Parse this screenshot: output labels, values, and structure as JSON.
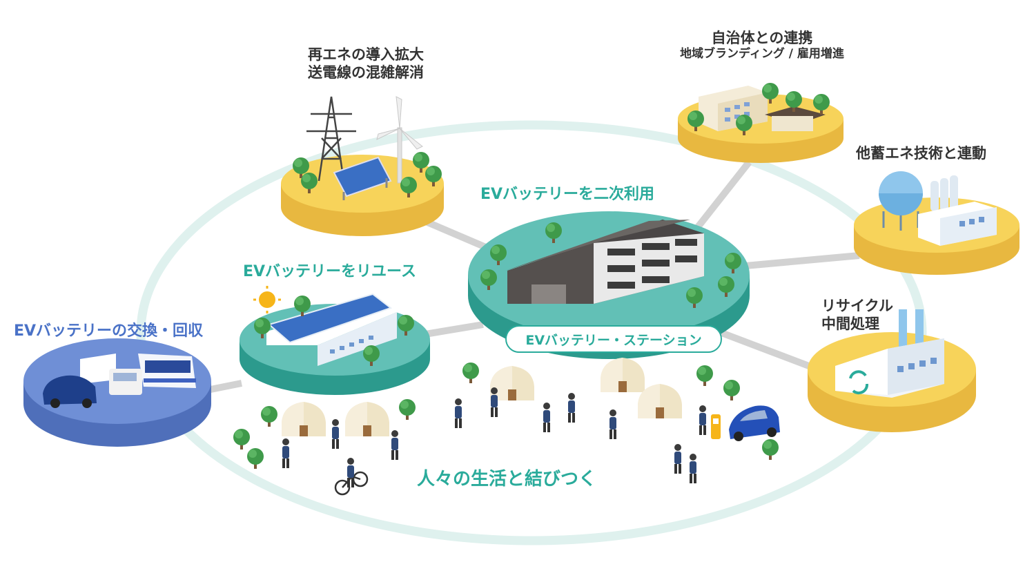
{
  "center": {
    "title": "EVバッテリーを二次利用",
    "station": "EVバッテリー・ステーション"
  },
  "nodes": {
    "renewable": {
      "lines": [
        "再エネの導入拡大",
        "送電線の混雑解消"
      ]
    },
    "municipal": {
      "title": "自治体との連携",
      "subtitle": "地域ブランディング / 雇用増進"
    },
    "storage": {
      "title": "他蓄エネ技術と連動"
    },
    "recycle": {
      "lines": [
        "リサイクル",
        "中間処理"
      ]
    },
    "reuse": {
      "title": "EVバッテリーをリユース"
    },
    "exchange": {
      "title": "EVバッテリーの交換・回収"
    },
    "life": {
      "title": "人々の生活と結びつく"
    }
  },
  "colors": {
    "teal": "#2aab9b",
    "teal_platform": "#62c0b6",
    "yellow_platform": "#f7d35a",
    "blue_platform": "#6f8fd6",
    "ring": "#dff1ee",
    "connector": "#d2d2d2",
    "label_dark": "#333333",
    "label_blue": "#4a72c7"
  },
  "icons": [
    "power-tower-icon",
    "wind-turbine-icon",
    "solar-panel-icon",
    "sun-icon",
    "warehouse-icon",
    "office-building-icon",
    "gas-tank-icon",
    "factory-icon",
    "recycle-icon",
    "ev-car-icon",
    "truck-icon",
    "bus-icon",
    "tent-icon",
    "tree-icon",
    "person-icon",
    "bicycle-icon",
    "charger-icon"
  ]
}
